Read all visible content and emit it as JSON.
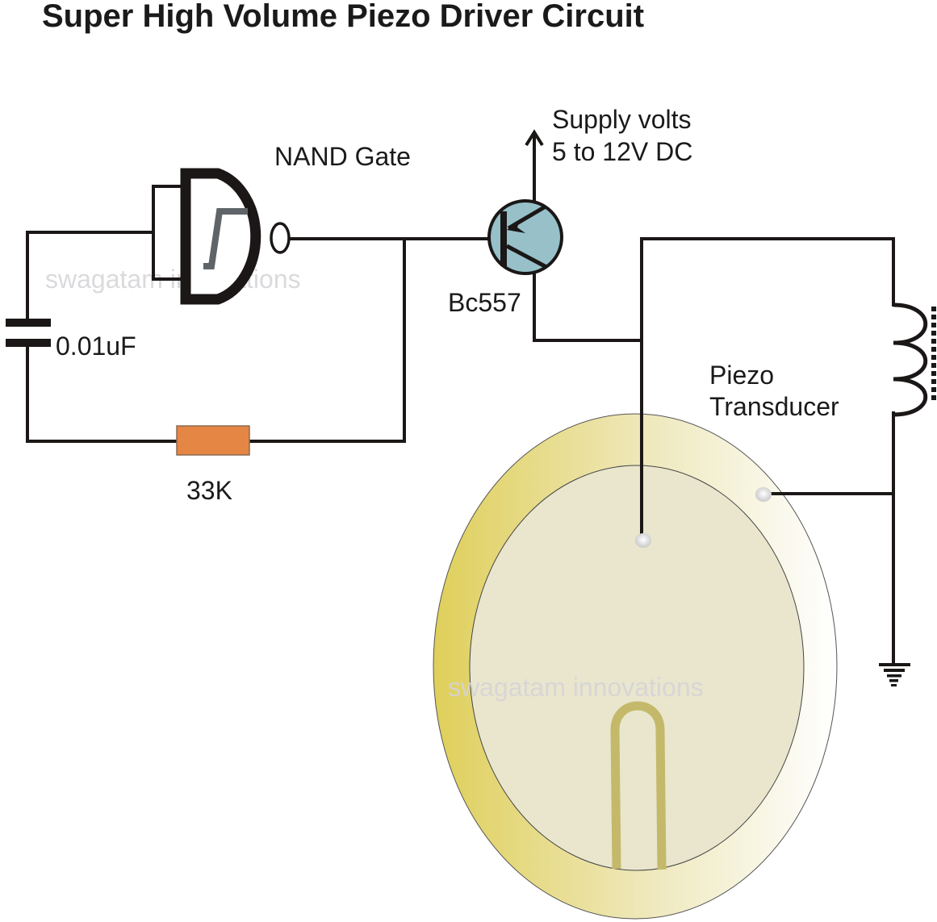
{
  "title": "Super High Volume Piezo Driver Circuit",
  "labels": {
    "nand_gate": "NAND Gate",
    "supply_line1": "Supply volts",
    "supply_line2": "5 to 12V DC",
    "transistor": "Bc557",
    "capacitor": "0.01uF",
    "resistor": "33K",
    "piezo_line1": "Piezo",
    "piezo_line2": "Transducer"
  },
  "watermark": "swagatam innovations",
  "components": [
    {
      "type": "schmitt-nand-gate",
      "label": "NAND Gate"
    },
    {
      "type": "pnp-transistor",
      "label": "Bc557"
    },
    {
      "type": "capacitor",
      "label": "0.01uF"
    },
    {
      "type": "resistor",
      "label": "33K"
    },
    {
      "type": "inductor-iron-core"
    },
    {
      "type": "piezo-transducer",
      "label": "Piezo Transducer"
    },
    {
      "type": "ground"
    },
    {
      "type": "supply-arrow",
      "label": "Supply volts 5 to 12V DC"
    }
  ],
  "colors": {
    "wire": "#1a1716",
    "transistor_fill": "#97c0c9",
    "resistor_fill": "#e58644",
    "schmitt_symbol": "#5f6468",
    "piezo_outer_left": "#dfcf5a",
    "piezo_outer_right": "#fefefc",
    "piezo_inner": "#e9e6cd",
    "piezo_trace": "#c4b96a"
  }
}
